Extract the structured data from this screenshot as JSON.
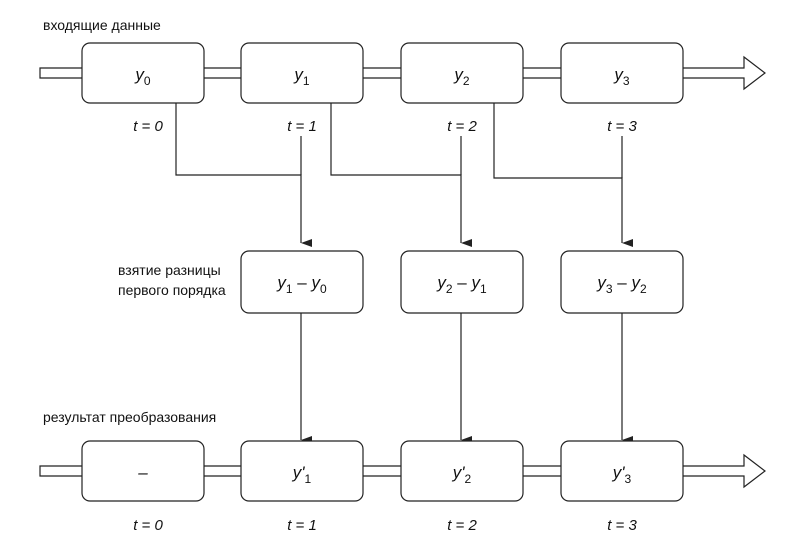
{
  "labels": {
    "input_title": "входящие данные",
    "diff_title_line1": "взятие разницы",
    "diff_title_line2": "первого порядка",
    "output_title": "результат преобразования"
  },
  "input_row": [
    {
      "var": "y",
      "sub": "0",
      "time": "t = 0"
    },
    {
      "var": "y",
      "sub": "1",
      "time": "t = 1"
    },
    {
      "var": "y",
      "sub": "2",
      "time": "t = 2"
    },
    {
      "var": "y",
      "sub": "3",
      "time": "t = 3"
    }
  ],
  "diff_row": [
    {
      "a": "y",
      "a_sub": "1",
      "op": " – ",
      "b": "y",
      "b_sub": "0"
    },
    {
      "a": "y",
      "a_sub": "2",
      "op": " – ",
      "b": "y",
      "b_sub": "1"
    },
    {
      "a": "y",
      "a_sub": "3",
      "op": " – ",
      "b": "y",
      "b_sub": "2"
    }
  ],
  "output_row": [
    {
      "text": "–",
      "time": "t = 0"
    },
    {
      "var": "y'",
      "sub": "1",
      "time": "t = 1"
    },
    {
      "var": "y'",
      "sub": "2",
      "time": "t = 2"
    },
    {
      "var": "y'",
      "sub": "3",
      "time": "t = 3"
    }
  ]
}
